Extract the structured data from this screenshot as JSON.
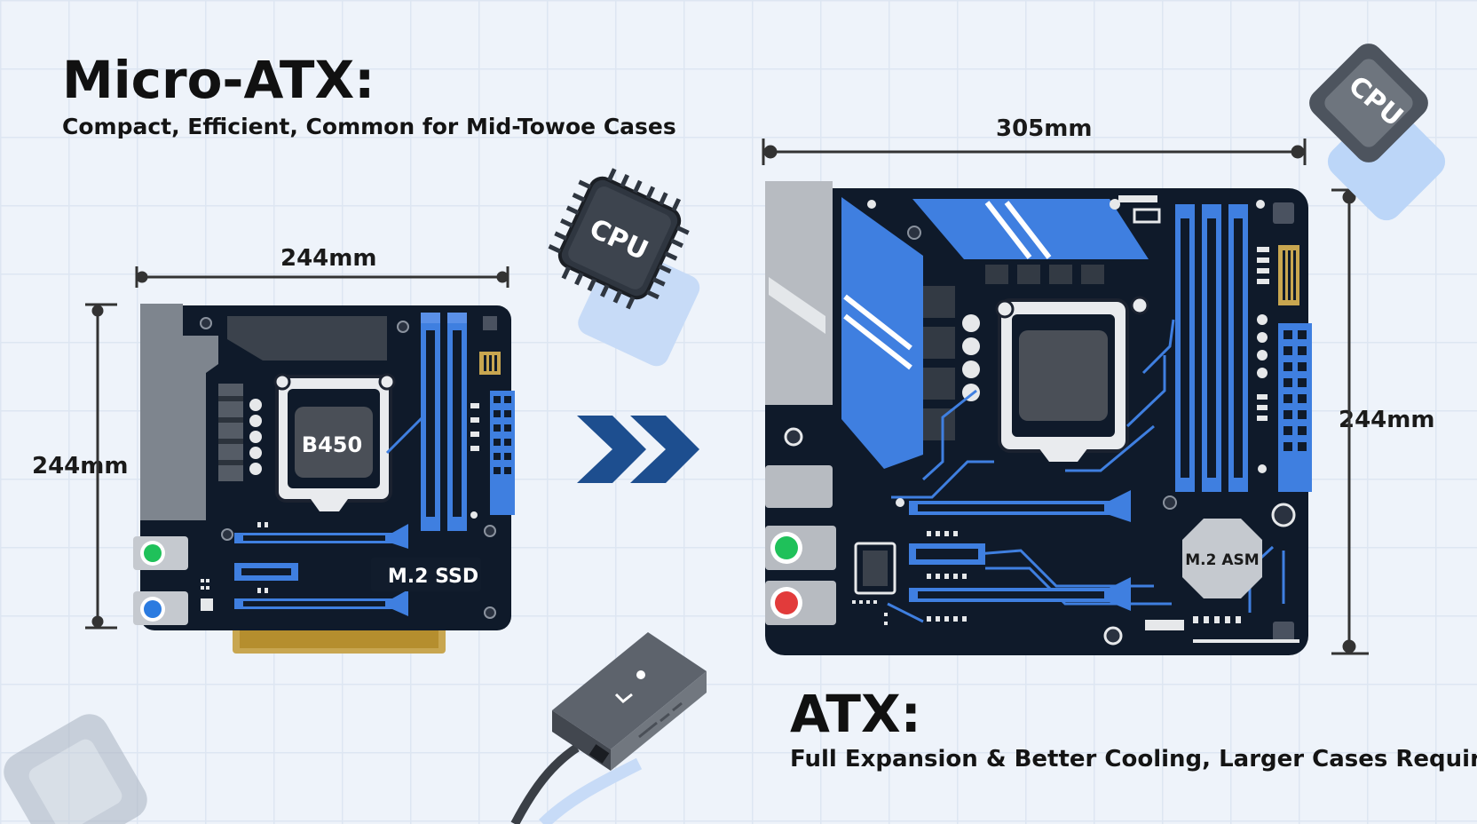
{
  "micro_atx": {
    "title": "Micro-ATX:",
    "subtitle": "Compact, Efficient, Common for Mid-Towoe Cases",
    "width_label": "244mm",
    "height_label": "244mm",
    "chipset_label": "B450",
    "ssd_label": "M.2 SSD"
  },
  "atx": {
    "title": "ATX:",
    "subtitle": "Full Expansion & Better Cooling, Larger Cases Required",
    "width_label": "305mm",
    "height_label": "244mm",
    "asm_label": "M.2 ASM"
  },
  "decor": {
    "cpu_chip_label": "CPU",
    "cpu_tile_label": "CPU"
  },
  "colors": {
    "board": "#0f1a2a",
    "accent_blue": "#3f7fe0",
    "arrow_blue": "#1d4e8f",
    "background": "#eef3fa",
    "port_green": "#1fc15a",
    "port_blue": "#2b7be0",
    "port_red": "#e23b3b"
  }
}
